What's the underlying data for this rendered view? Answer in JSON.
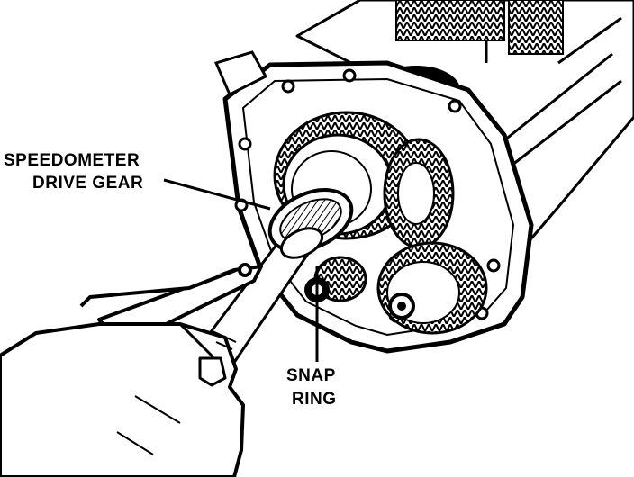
{
  "labels": {
    "speedometer_line1": "SPEEDOMETER",
    "speedometer_line2": "DRIVE GEAR",
    "snap_line1": "SNAP",
    "snap_line2": "RING"
  },
  "colors": {
    "ink": "#000000",
    "paper": "#ffffff"
  }
}
